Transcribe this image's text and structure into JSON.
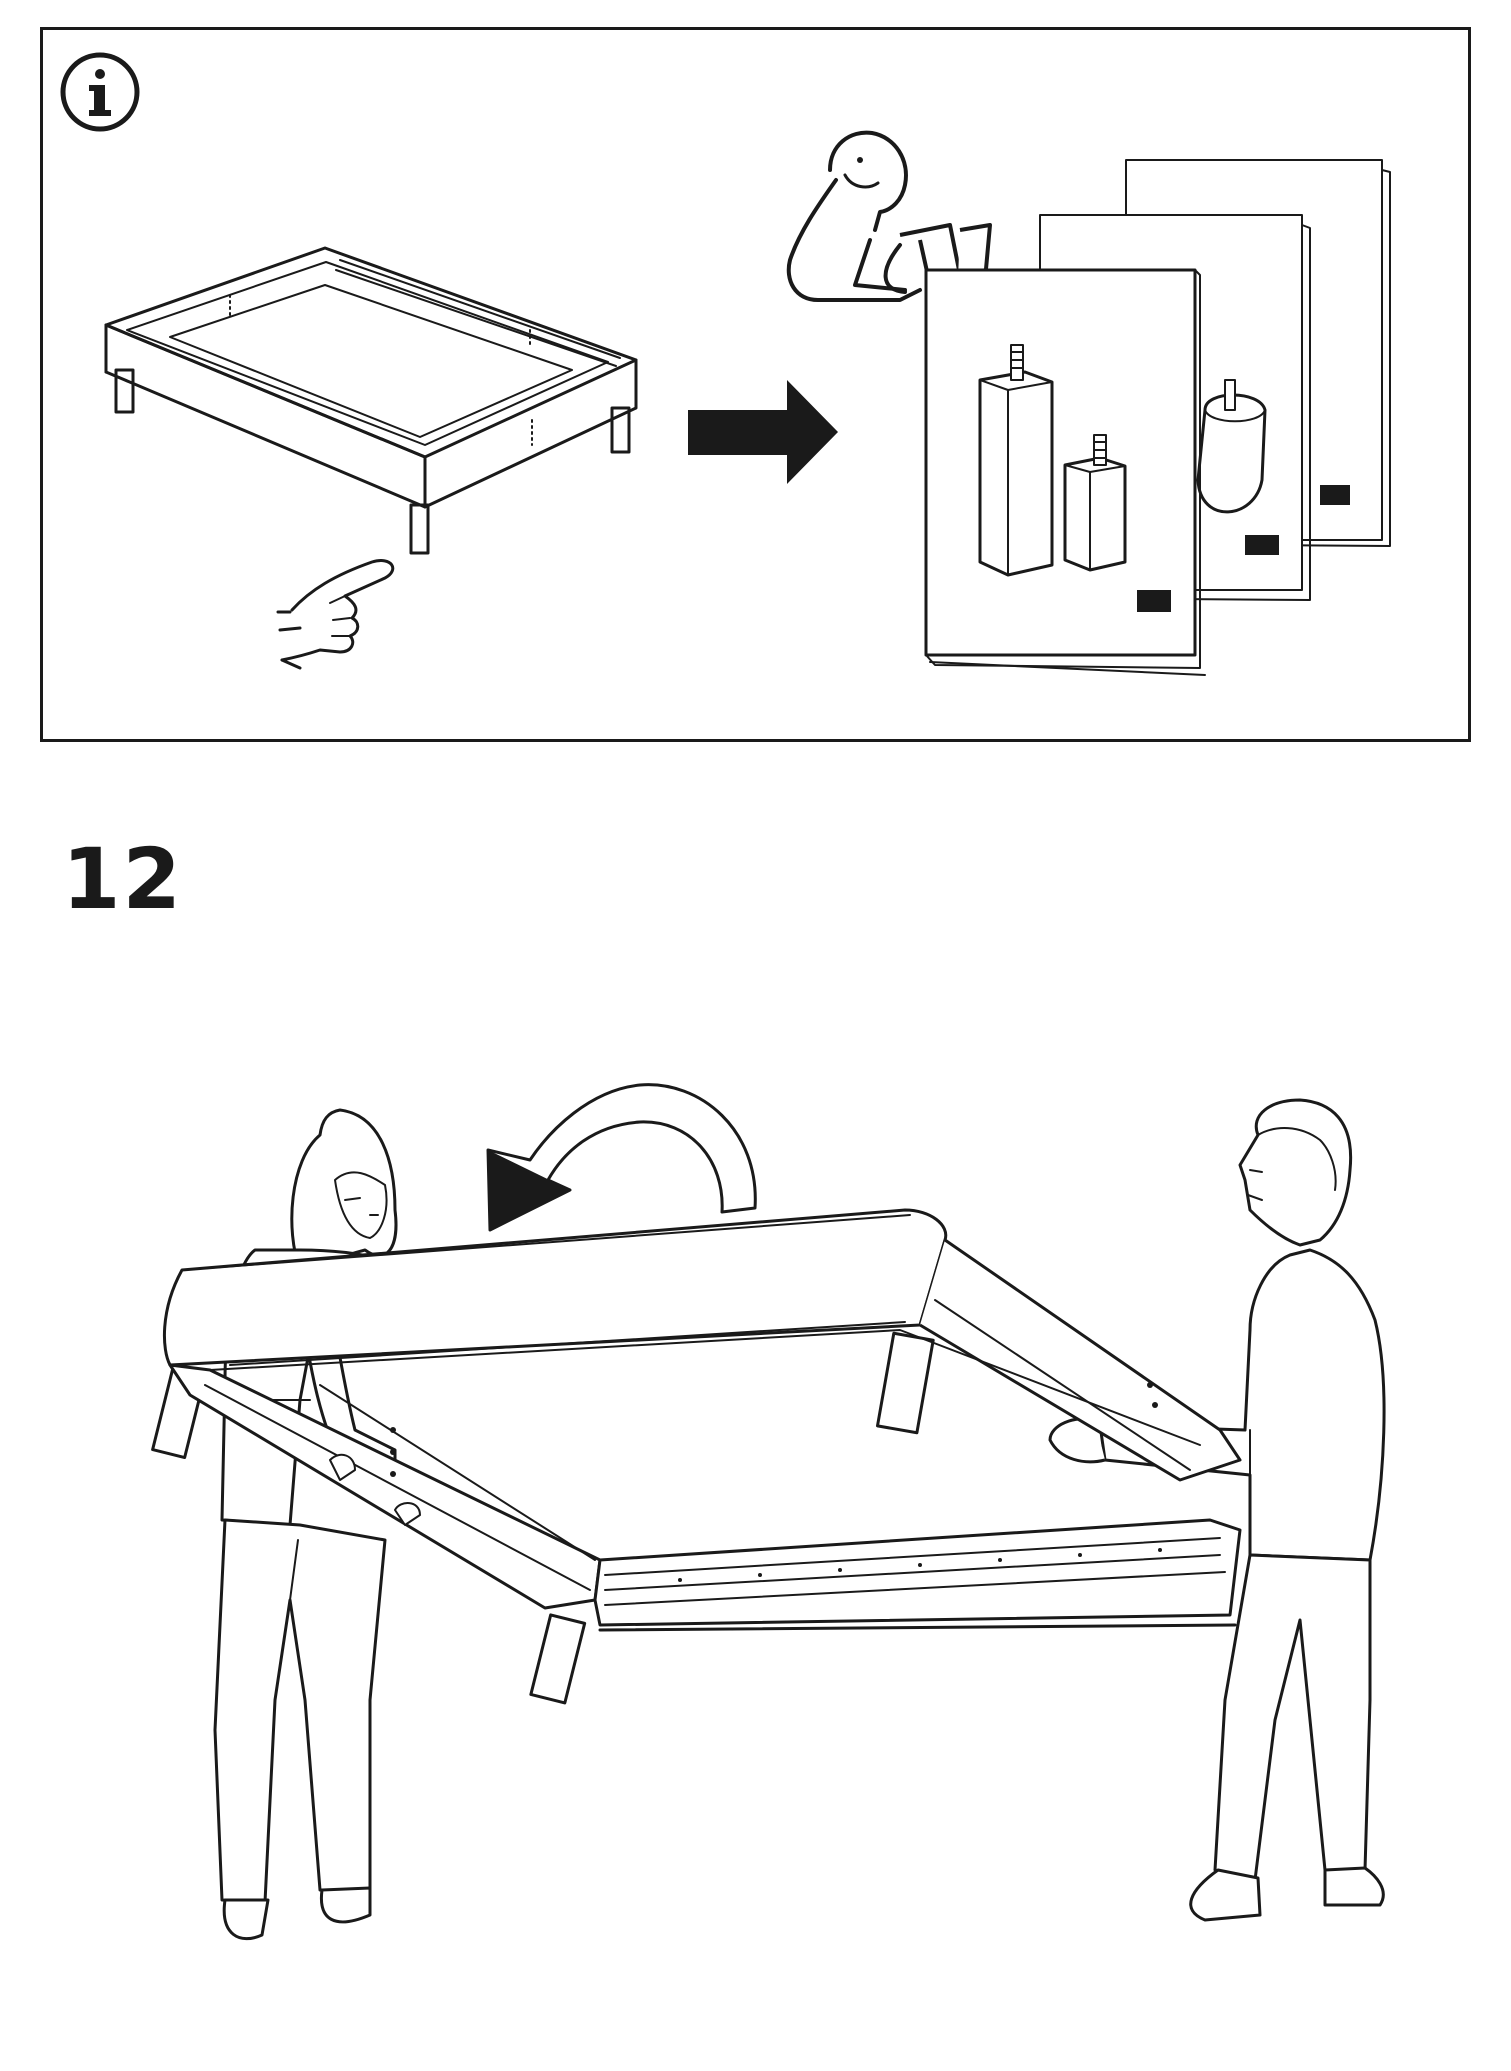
{
  "page": {
    "step_number": "12"
  },
  "info_panel": {
    "icon": "info-icon",
    "icon_glyph": "i",
    "arrow_icon": "right-arrow-icon",
    "leaflets": [
      "leg-leaflet-front",
      "leg-leaflet-middle",
      "leg-leaflet-back"
    ]
  },
  "step_illustration": {
    "rotation_arrow_icon": "curved-arrow-icon",
    "people": [
      "woman-assembler",
      "man-assembler"
    ]
  }
}
